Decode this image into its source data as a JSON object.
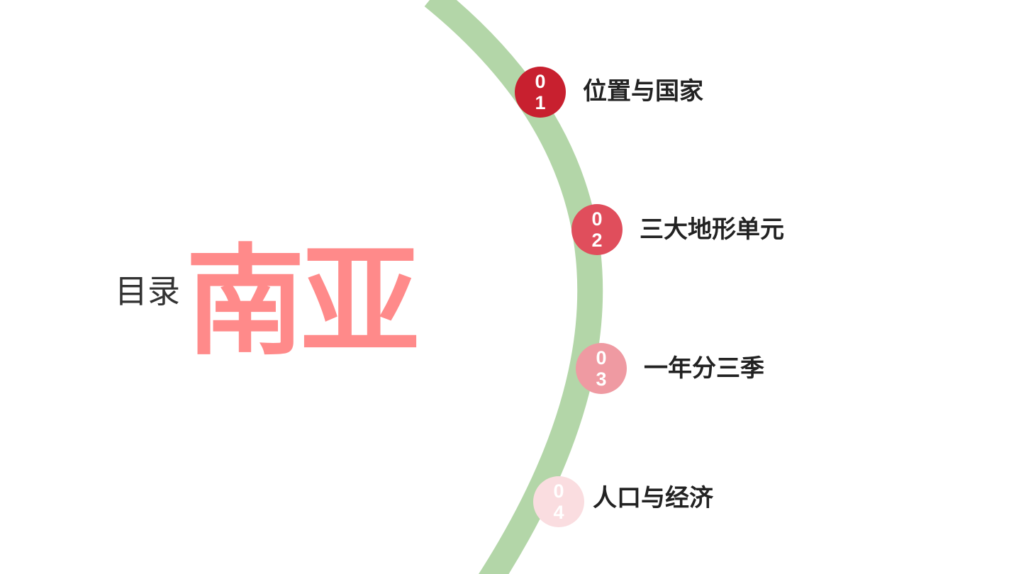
{
  "heading": {
    "label": "目录",
    "title": "南亚"
  },
  "colors": {
    "arc": "#b3d6a8",
    "title": "#ff8a8a",
    "badge_1": "#c8202f",
    "badge_2": "#e04e5c",
    "badge_3": "#ef9aa2",
    "badge_4": "#fadde0"
  },
  "items": [
    {
      "digit_1": "0",
      "digit_2": "1",
      "text": "位置与国家"
    },
    {
      "digit_1": "0",
      "digit_2": "2",
      "text": "三大地形单元"
    },
    {
      "digit_1": "0",
      "digit_2": "3",
      "text": "一年分三季"
    },
    {
      "digit_1": "0",
      "digit_2": "4",
      "text": "人口与经济"
    }
  ]
}
